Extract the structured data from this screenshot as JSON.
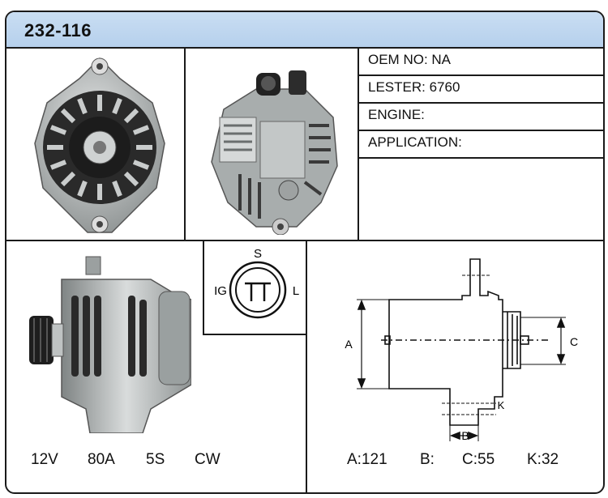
{
  "header": {
    "part_code": "232-116"
  },
  "info": {
    "oem": "OEM NO: NA",
    "lester": "LESTER: 6760",
    "engine": "ENGINE:",
    "application": "APPLICATION:"
  },
  "connector": {
    "top": "S",
    "left": "IG",
    "right": "L"
  },
  "specs": {
    "voltage": "12V",
    "amperage": "80A",
    "groove": "5S",
    "rotation": "CW"
  },
  "dimensions": {
    "label_a": "A",
    "label_b": "B",
    "label_c": "C",
    "label_k": "K",
    "a": "A:121",
    "b": "B:",
    "c": "C:55",
    "k": "K:32"
  },
  "colors": {
    "header_bg": "#c0d8f0",
    "border": "#1a1a1a",
    "metal": "#b9bdbd"
  }
}
